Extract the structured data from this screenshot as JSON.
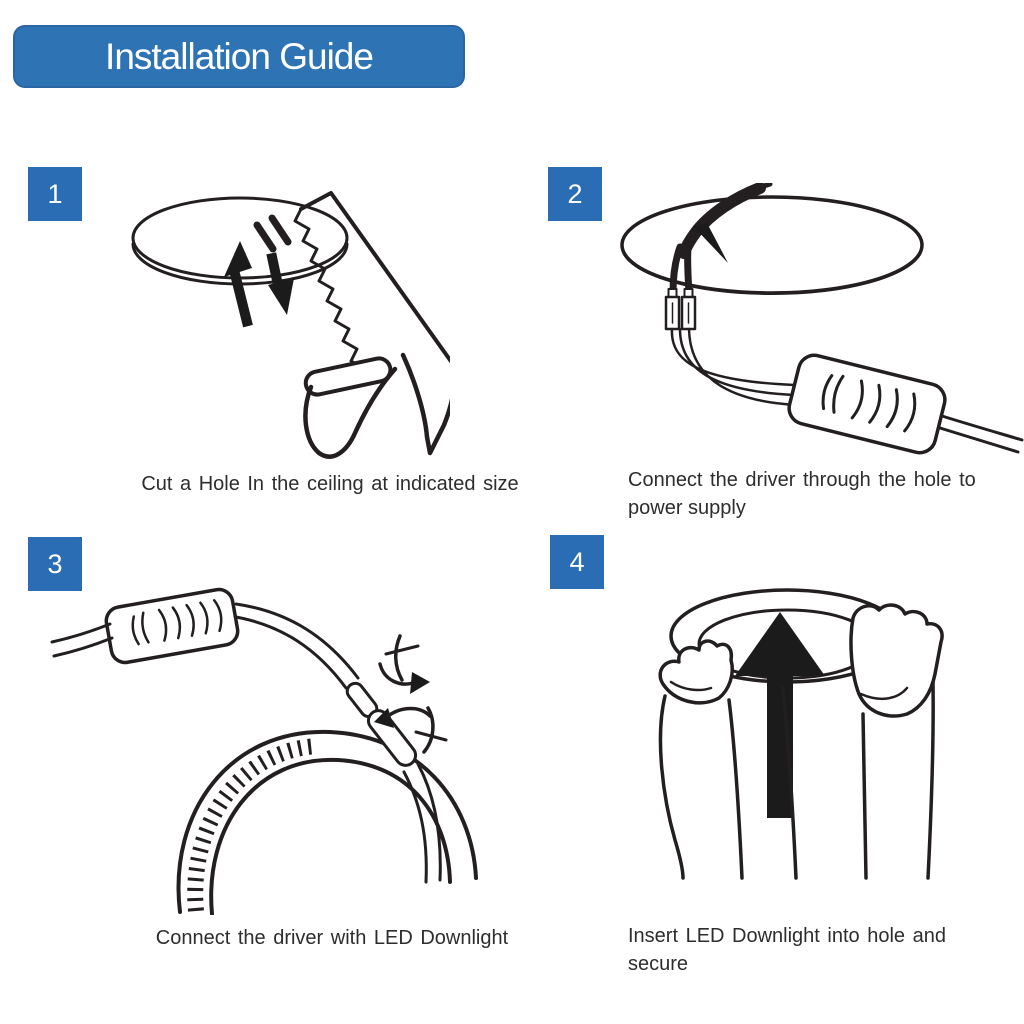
{
  "title": "Installation Guide",
  "colors": {
    "banner_blue": "#2e74b5",
    "badge_blue": "#2a6db4",
    "line_art_ink": "#231f20",
    "caption_text": "#2d2d2d",
    "background": "#ffffff"
  },
  "steps": [
    {
      "number": "1",
      "illustration": "handsaw-cutting-hole-in-ceiling",
      "caption_lines": [
        "Cut a Hole In the ceiling at indicated size"
      ]
    },
    {
      "number": "2",
      "illustration": "driver-connected-through-ceiling-hole",
      "caption_lines": [
        "Connect the driver through the hole to",
        "power supply"
      ]
    },
    {
      "number": "3",
      "illustration": "driver-connected-to-led-downlight",
      "caption_lines": [
        "Connect the driver with LED Downlight"
      ]
    },
    {
      "number": "4",
      "illustration": "hands-inserting-downlight-into-hole",
      "caption_lines": [
        "Insert LED Downlight into hole and",
        "secure"
      ]
    }
  ]
}
